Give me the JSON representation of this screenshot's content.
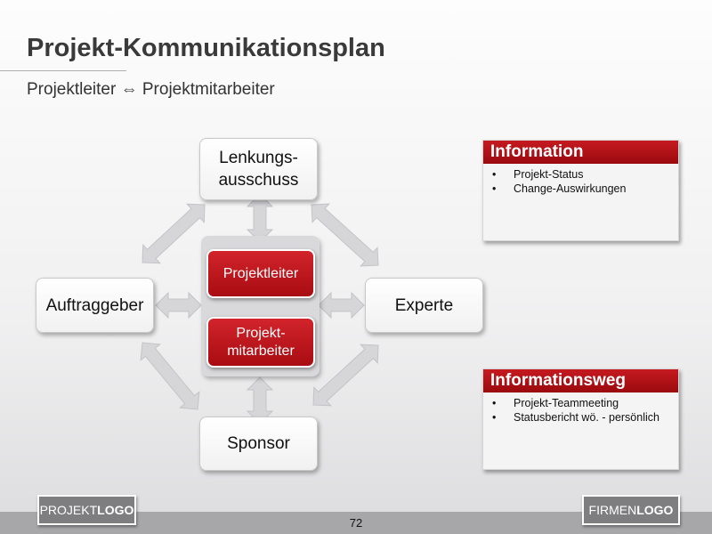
{
  "title": "Projekt-Kommunikationsplan",
  "subtitle": "Projektleiter ⇔ Projektmitarbeiter",
  "nodes": {
    "top": "Lenkungs-\nausschuss",
    "left": "Auftraggeber",
    "right": "Experte",
    "bottom": "Sponsor"
  },
  "center": {
    "leader": "Projektleiter",
    "member": "Projekt-\nmitarbeiter"
  },
  "cards": [
    {
      "title": "Information",
      "items": [
        "Projekt-Status",
        "Change-Auswirkungen"
      ]
    },
    {
      "title": "Informationsweg",
      "items": [
        "Projekt-Teammeeting",
        "Statusbericht wö. - persönlich"
      ]
    }
  ],
  "bullet": "•",
  "footer": {
    "page": "72",
    "project_logo_a": "PROJEKT",
    "project_logo_b": "LOGO",
    "company_logo_a": "FIRMEN",
    "company_logo_b": "LOGO"
  },
  "colors": {
    "accent": "#b3121a",
    "arrow": "#d6d6d9"
  }
}
